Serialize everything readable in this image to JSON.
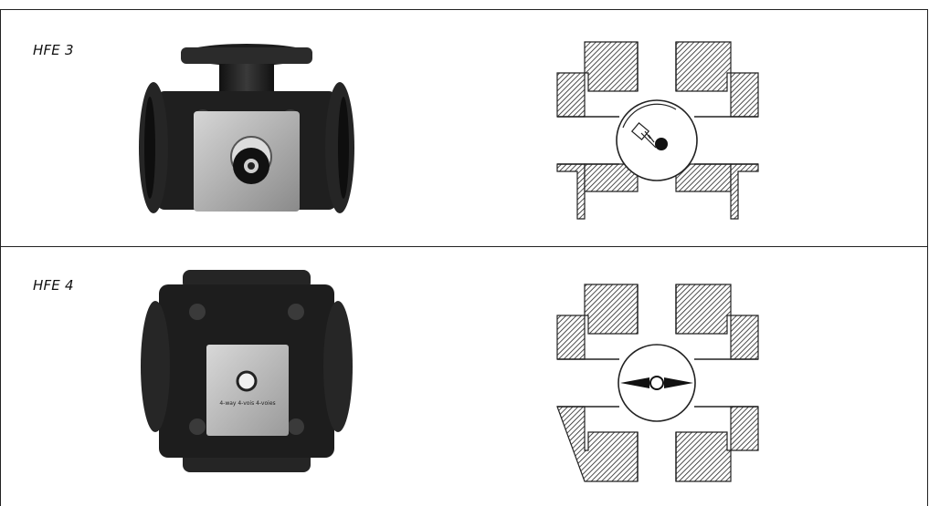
{
  "rows": [
    {
      "label": "HFE 3",
      "photo_icon": "three-way-valve-photo",
      "diagram_icon": "three-way-valve-section"
    },
    {
      "label": "HFE 4",
      "photo_icon": "four-way-valve-photo",
      "diagram_icon": "four-way-valve-section"
    }
  ],
  "dial_text": {
    "nameplate": "4-way  4-vois  4-voies"
  },
  "colors": {
    "ink": "#1a1a1a",
    "metal": "#b9b9b9",
    "line": "#222222"
  }
}
